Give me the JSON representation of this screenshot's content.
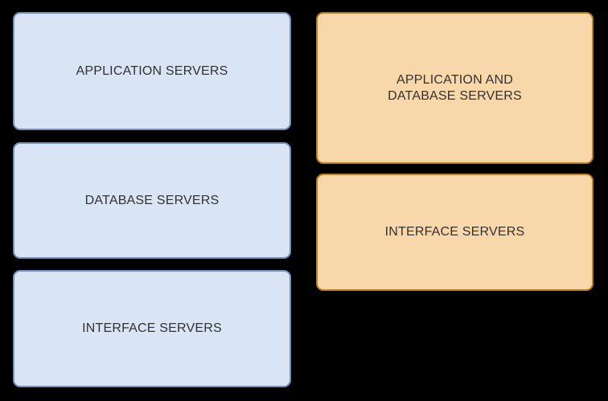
{
  "canvas": {
    "background": "#000000"
  },
  "palette": {
    "blue_fill": "#d9e4f5",
    "blue_border": "#7390bf",
    "orange_fill": "#f8d7aa",
    "orange_border": "#bd7c1b",
    "text": "#323232"
  },
  "columns": {
    "left": {
      "boxes": [
        {
          "label": "APPLICATION SERVERS",
          "color": "blue"
        },
        {
          "label": "DATABASE SERVERS",
          "color": "blue"
        },
        {
          "label": "INTERFACE SERVERS",
          "color": "blue"
        }
      ]
    },
    "right": {
      "boxes": [
        {
          "label": "APPLICATION AND\nDATABASE SERVERS",
          "color": "orange"
        },
        {
          "label": "INTERFACE SERVERS",
          "color": "orange"
        }
      ]
    }
  }
}
